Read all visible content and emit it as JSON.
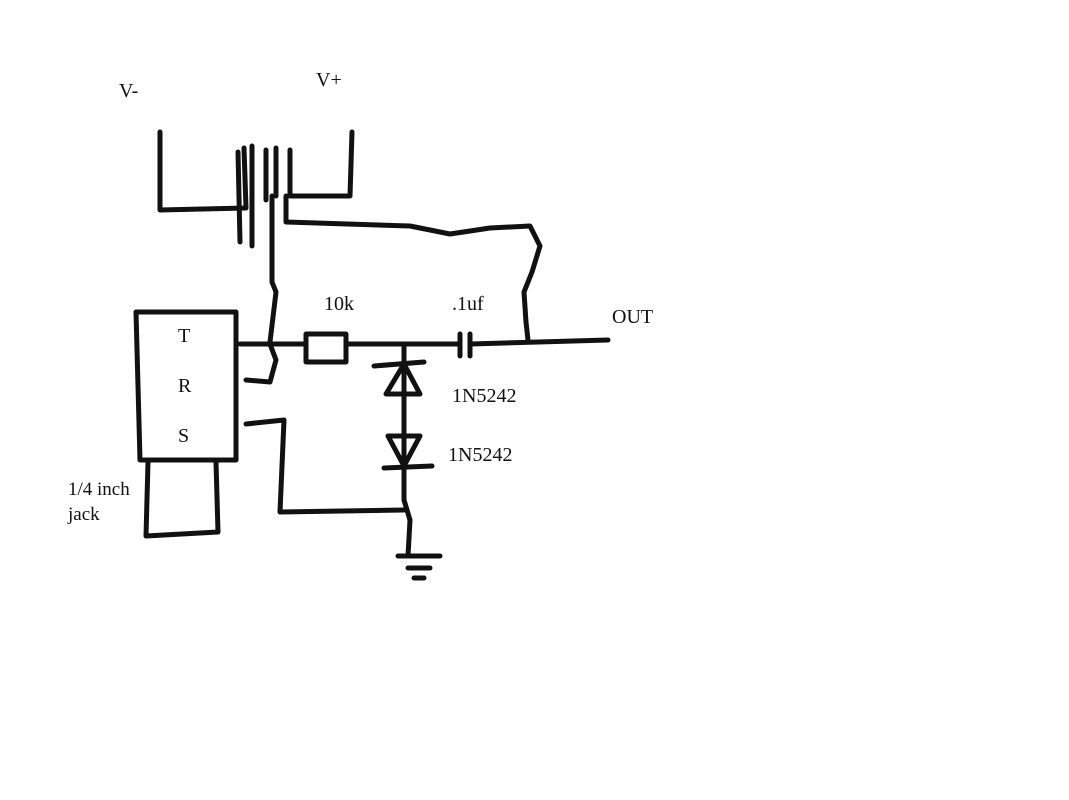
{
  "supply": {
    "neg_label": "V-",
    "pos_label": "V+"
  },
  "jack": {
    "tip_label": "T",
    "ring_label": "R",
    "sleeve_label": "S",
    "caption_line1": "1/4 inch",
    "caption_line2": "jack"
  },
  "components": {
    "resistor_label": "10k",
    "capacitor_label": ".1uf",
    "zener_top_label": "1N5242",
    "zener_bottom_label": "1N5242"
  },
  "output": {
    "label": "OUT"
  },
  "colors": {
    "ink": "#111111",
    "background": "#ffffff"
  }
}
